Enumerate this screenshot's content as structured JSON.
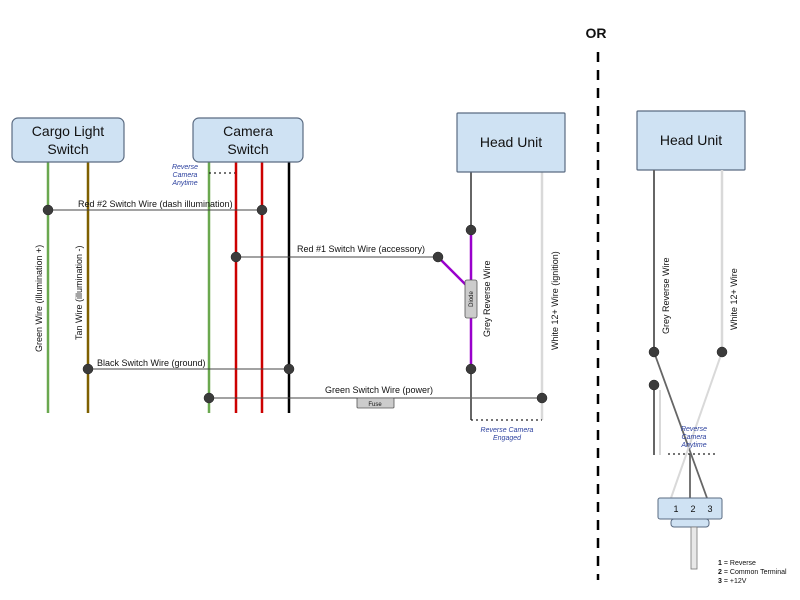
{
  "separator_label": "OR",
  "boxes": {
    "cargo_light_switch": [
      "Cargo Light",
      "Switch"
    ],
    "camera_switch": [
      "Camera",
      "Switch"
    ],
    "head_unit_left": "Head Unit",
    "head_unit_right": "Head Unit"
  },
  "wire_labels": {
    "red2": "Red #2 Switch Wire (dash illumination)",
    "red1": "Red #1 Switch Wire (accessory)",
    "black": "Black Switch Wire (ground)",
    "green_power": "Green Switch Wire (power)",
    "green_illum": "Green Wire (illumination +)",
    "tan_illum": "Tan Wire (illumination -)",
    "grey_reverse_left": "Grey Reverse Wire",
    "white_ignition": "White 12+ Wire (ignition)",
    "grey_reverse_right": "Grey Reverse Wire",
    "white_right": "White 12+ Wire"
  },
  "components": {
    "diode": "Diode",
    "fuse": "Fuse"
  },
  "notes": {
    "reverse_camera_anytime_left": [
      "Reverse",
      "Camera",
      "Anytime"
    ],
    "reverse_camera_engaged": [
      "Reverse Camera",
      "Engaged"
    ],
    "reverse_camera_anytime_right": [
      "Reverse",
      "Camera",
      "Anytime"
    ]
  },
  "switch_terminals": [
    "1",
    "2",
    "3"
  ],
  "legend": [
    {
      "num": "1",
      "text": " = Reverse"
    },
    {
      "num": "2",
      "text": " = Common Terminal"
    },
    {
      "num": "3",
      "text": " = +12V"
    }
  ],
  "colors": {
    "box_fill": "#cfe2f3",
    "green": "#6aa84f",
    "tan": "#7f6000",
    "red": "#cc0000",
    "black": "#000000",
    "grey": "#666666",
    "purple": "#9900cc",
    "white_wire": "#d9d9d9",
    "note_blue": "#2a3f9e"
  }
}
